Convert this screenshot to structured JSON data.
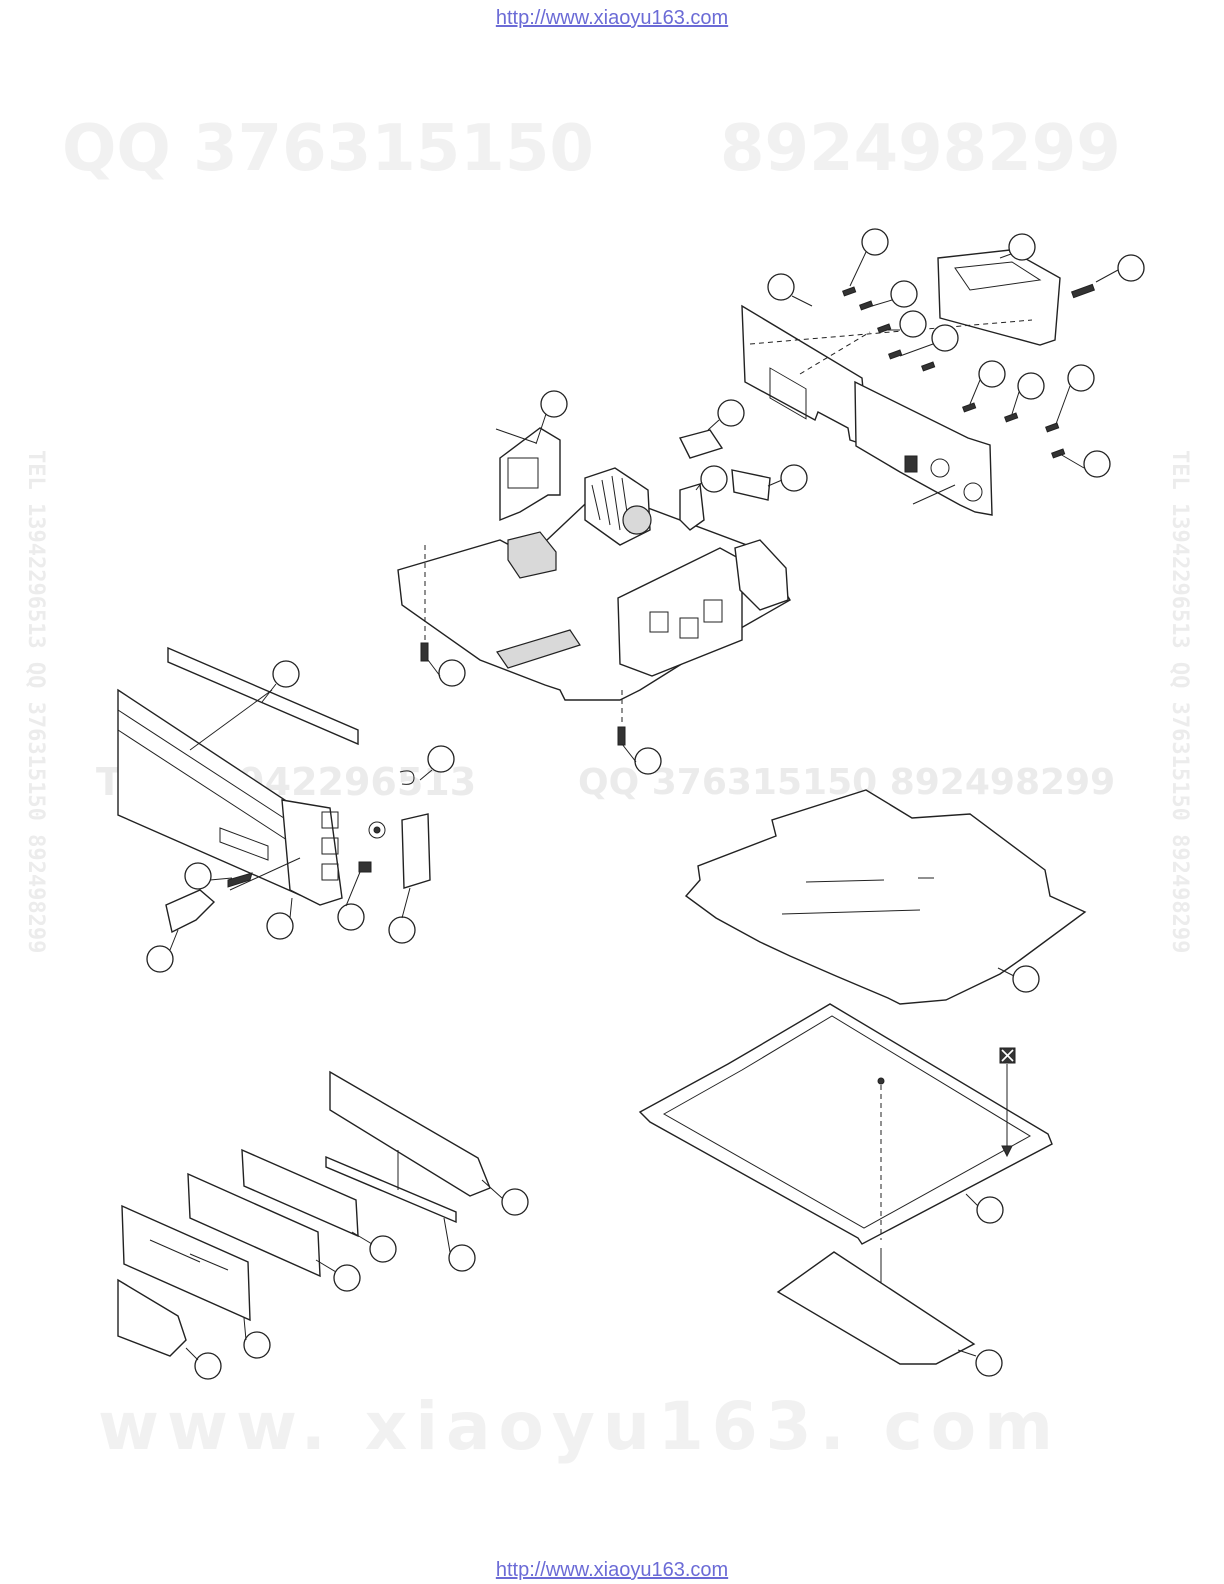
{
  "header": {
    "url": "http://www.xiaoyu163.com"
  },
  "footer": {
    "url": "http://www.xiaoyu163.com"
  },
  "watermarks": {
    "qq_left": "QQ 376315150",
    "qq_right": "892498299",
    "middle_left": "TEL 13942296513",
    "middle_right": "QQ 376315150  892498299",
    "bottom": "www. xiaoyu163. com",
    "side": "TEL 13942296513  QQ 376315150  892498299"
  },
  "diagram": {
    "type": "exploded-parts-view",
    "callout_count": 37,
    "callout_text": "",
    "marker_icon": "box-x-icon"
  }
}
